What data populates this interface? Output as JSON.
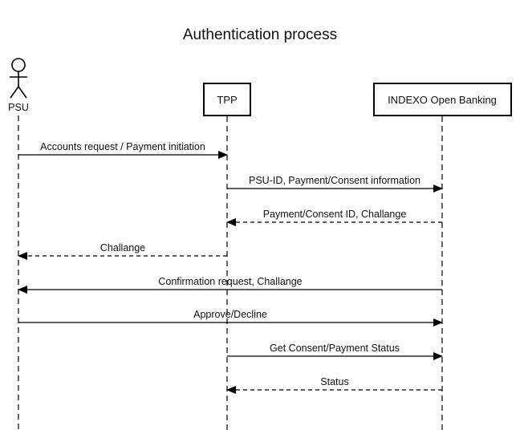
{
  "title": "Authentication process",
  "participants": [
    {
      "id": "psu",
      "label": "PSU",
      "kind": "actor"
    },
    {
      "id": "tpp",
      "label": "TPP",
      "kind": "box"
    },
    {
      "id": "indexo",
      "label": "INDEXO Open Banking",
      "kind": "box"
    }
  ],
  "messages": [
    {
      "from": "psu",
      "to": "tpp",
      "label": "Accounts request / Payment initiation",
      "style": "solid"
    },
    {
      "from": "tpp",
      "to": "indexo",
      "label": "PSU-ID, Payment/Consent information",
      "style": "solid"
    },
    {
      "from": "indexo",
      "to": "tpp",
      "label": "Payment/Consent ID, Challange",
      "style": "dashed"
    },
    {
      "from": "tpp",
      "to": "psu",
      "label": "Challange",
      "style": "dashed"
    },
    {
      "from": "indexo",
      "to": "psu",
      "label": "Confirmation request, Challange",
      "style": "solid"
    },
    {
      "from": "psu",
      "to": "indexo",
      "label": "Approve/Decline",
      "style": "solid"
    },
    {
      "from": "tpp",
      "to": "indexo",
      "label": "Get Consent/Payment Status",
      "style": "solid"
    },
    {
      "from": "indexo",
      "to": "tpp",
      "label": "Status",
      "style": "dashed"
    }
  ]
}
